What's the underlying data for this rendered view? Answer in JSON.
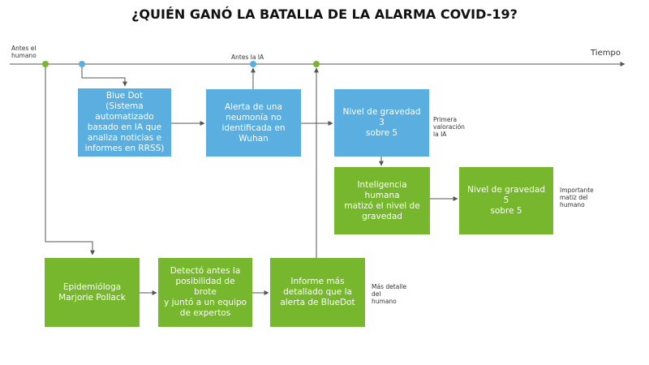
{
  "title": "¿QUIÉN GANÓ LA BATALLA DE LA ALARMA COVID-19?",
  "timeline": {
    "start_label": "Antes el\nhumano",
    "ia_label": "Antes la IA",
    "end_label": "Tiempo"
  },
  "boxes": {
    "bluedot": "Blue Dot\n(Sistema\nautomatizado\nbasado en IA que\nanaliza noticias e\ninformes en RRSS)",
    "alerta": "Alerta de una\nneumonía no\nidentificada en\nWuhan",
    "nivel3": "Nivel de gravedad 3\nsobre 5",
    "matizo": "Inteligencia humana\nmatizó el nivel de\ngravedad",
    "nivel5": "Nivel de gravedad 5\nsobre 5",
    "pollack": "Epidemióloga\nMarjorie Pollack",
    "detecto": "Detectó antes la\nposibilidad de brote\ny juntó a un equipo\nde expertos",
    "informe": "Informe más\ndetallado que la\nalerta de BlueDot"
  },
  "notes": {
    "primera": "Primera\nvaloración\nla IA",
    "importante": "Importante\nmatiz del\nhumano",
    "mas_detalle": "Más detalle\ndel\nhumano"
  },
  "colors": {
    "blue": "#5aaee0",
    "green": "#76b72e",
    "line": "#555555"
  }
}
